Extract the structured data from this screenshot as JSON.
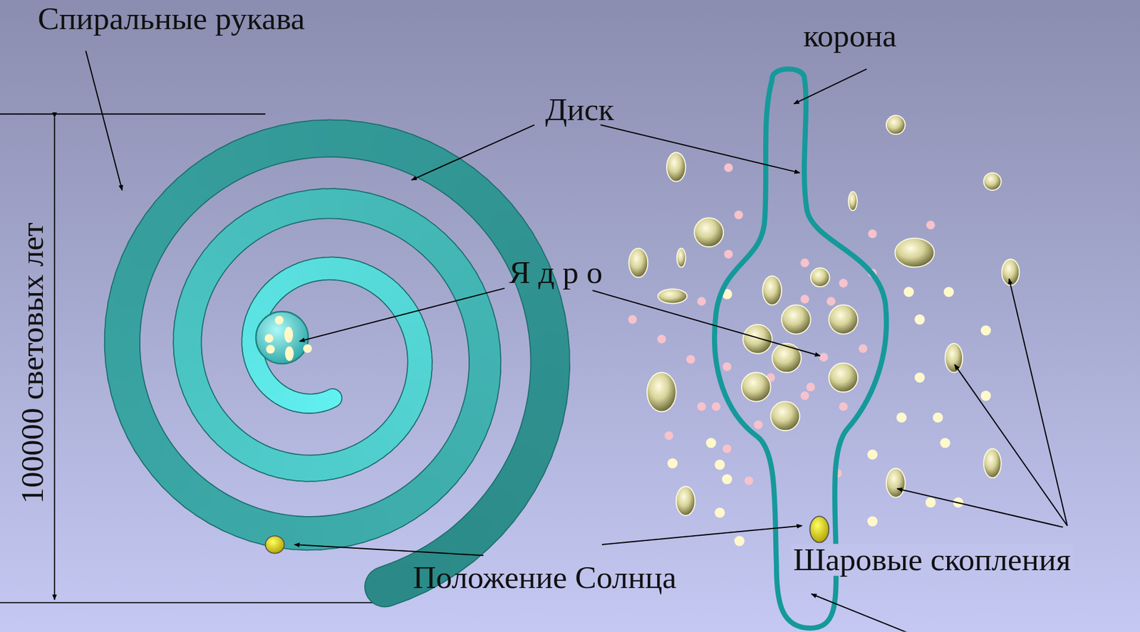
{
  "diagram": {
    "labels": [
      "Спиральные рукава",
      "корона",
      "Диск",
      "Я д р о",
      "100000 световых лет",
      "Положение Солнца",
      "Шаровые скопления"
    ]
  }
}
